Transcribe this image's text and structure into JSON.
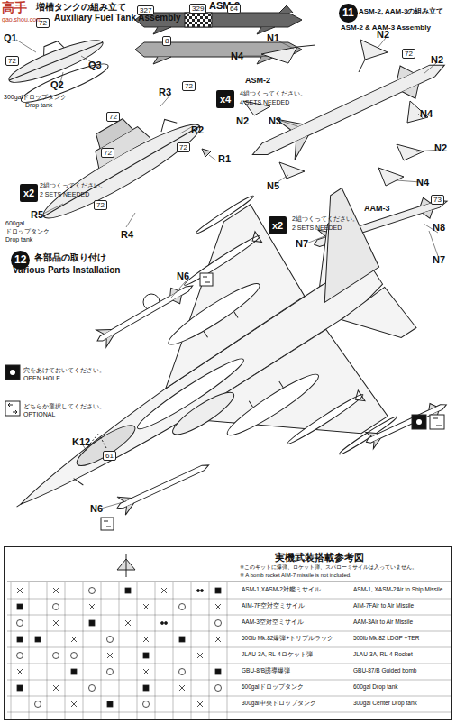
{
  "diagram": {
    "nodes": [
      {
        "text": [
          "11"
        ]
      },
      {
        "text": [
          "12"
        ]
      },
      {
        "text": [
          "x4"
        ]
      },
      {
        "text": [
          "x2"
        ]
      },
      {
        "text": [
          "x2"
        ]
      },
      {
        "text": [
          "実機武装搭載参考図"
        ]
      }
    ],
    "labels": [
      "増槽タンクの組み立て",
      "Auxiliary Fuel Tank Assembly",
      "ASM-2",
      "327",
      "329",
      "64",
      "8",
      "Q1",
      "72",
      "72",
      "Q3",
      "Q2",
      "300galドロップタンク",
      "Drop tank",
      "R3",
      "72",
      "R2",
      "72",
      "72",
      "72",
      "R1",
      "72",
      "2組つくってください。",
      "2 SETS NEEDED",
      "R5",
      "R4",
      "600gal",
      "ドロップタンク",
      "Drop tank",
      "ASM-2, AAM-3の組み立て",
      "ASM-2 & AAM-3 Assembly",
      "N1",
      "N2",
      "N4",
      "72",
      "N2",
      "ASM-2",
      "N3",
      "N4",
      "N2",
      "N2",
      "N5",
      "N4",
      "4組つくってください。",
      "4 SETS NEEDED",
      "AAM-3",
      "73",
      "2組つくってください。",
      "2 SETS NEEDED",
      "N7",
      "N8",
      "N7",
      "各部品の取り付け",
      "Various Parts Installation",
      "N6",
      "穴をあけておいてください。",
      "OPEN HOLE",
      "どちらか選択してください。",
      "OPTIONAL",
      "K12",
      "61",
      "N6",
      "※このキットに爆弾、ロケット弾、スパローミサイルは入っていません。",
      "※ A bomb rocket AIM-7 missile is not included.",
      "ASM-1,XASM-2対艦ミサイル",
      "ASM-1, XASM-2Air to Ship Missile",
      "AIM-7F空対空ミサイル",
      "AIM-7FAir to Air Missile",
      "AAM-3空対空ミサイル",
      "AAM-3Air to Air Missile",
      "500lb Mk.82爆弾+トリプルラック",
      "500lb Mk.82 LDGP +TER",
      "JLAU-3A, RL-4ロケット弾",
      "JLAU-3A, RL-4 Rocket",
      "GBU-8/B誘導爆弾",
      "GBU-87/B Guided bomb",
      "600galドロップタンク",
      "600gal Drop tank",
      "300gal中央ドロップタンク",
      "300gal Center Drop tank",
      "高手",
      "gao.shou.com"
    ]
  }
}
